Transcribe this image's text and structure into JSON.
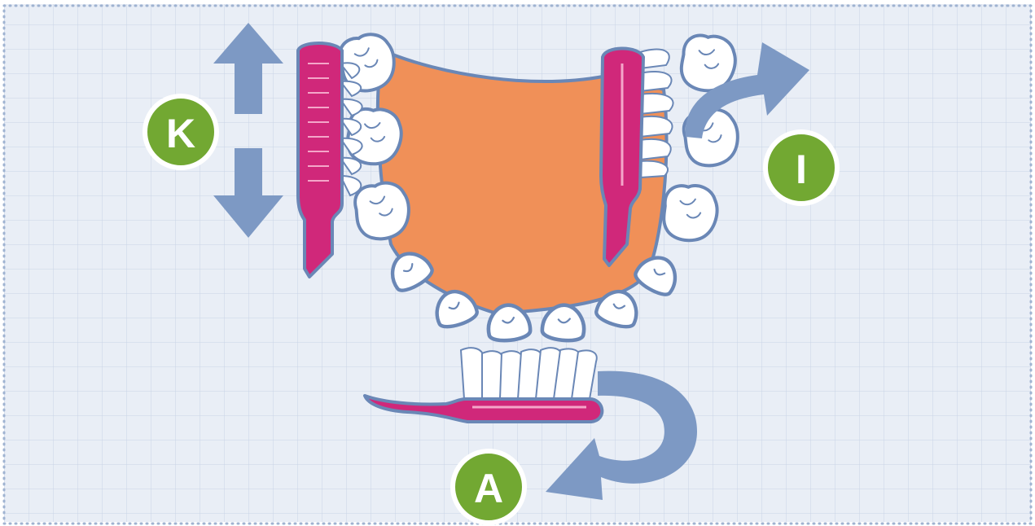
{
  "labels": {
    "k": "K",
    "i": "I",
    "a": "A"
  },
  "colors": {
    "background": "#e9eef6",
    "grid": "#c9d4e6",
    "border_dots": "#9fb3d1",
    "arrow": "#7d99c4",
    "palate": "#f09058",
    "tooth_fill": "#ffffff",
    "tooth_outline": "#6a87b6",
    "brush": "#d0287a",
    "badge": "#72a832"
  },
  "icons": {
    "vertical_arrows": "double-arrow-vertical-icon",
    "curved_arrow_right": "curved-arrow-icon",
    "curved_arrow_back": "u-turn-arrow-icon"
  }
}
